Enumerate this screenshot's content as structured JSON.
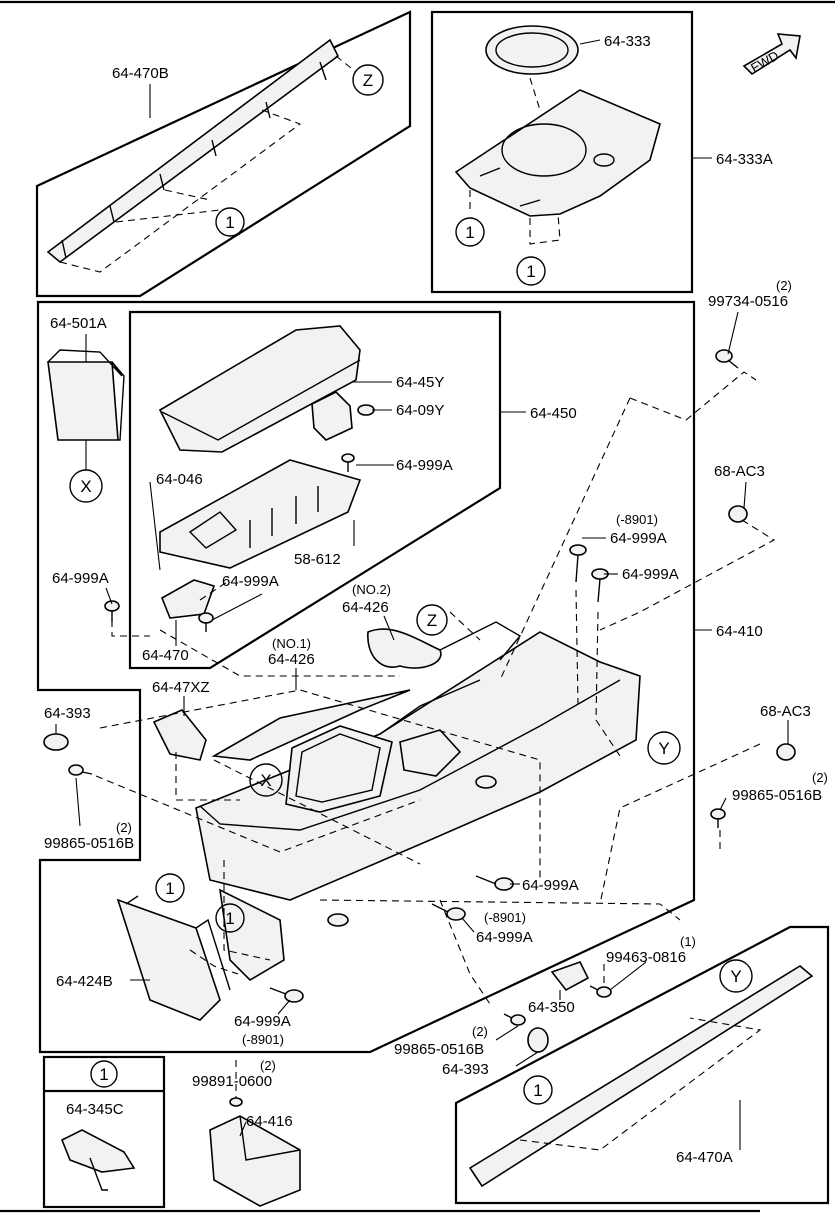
{
  "labels": {
    "l_64470B": "64-470B",
    "l_64333": "64-333",
    "l_64333A": "64-333A",
    "l_99734_q": "(2)",
    "l_99734": "99734-0516",
    "l_64501A": "64-501A",
    "l_6445Y": "64-45Y",
    "l_6409Y": "64-09Y",
    "l_64450": "64-450",
    "l_64046": "64-046",
    "l_64999A_1": "64-999A",
    "l_68AC3_1": "68-AC3",
    "l_58612": "58-612",
    "l_8901_1": "(-8901)",
    "l_64999A_2": "64-999A",
    "l_64999A_3": "64-999A",
    "l_64999A_4": "64-999A",
    "l_64999A_5": "64-999A",
    "l_no2": "(NO.2)",
    "l_64426_2": "64-426",
    "l_64410": "64-410",
    "l_64470": "64-470",
    "l_no1": "(NO.1)",
    "l_64426_1": "64-426",
    "l_6447XZ": "64-47XZ",
    "l_64393_1": "64-393",
    "l_68AC3_2": "68-AC3",
    "l_99865B_q1": "(2)",
    "l_99865B_1": "99865-0516B",
    "l_99865B_q2": "(2)",
    "l_99865B_2": "99865-0516B",
    "l_64999A_6": "64-999A",
    "l_8901_2": "(-8901)",
    "l_64999A_7": "64-999A",
    "l_99463_q": "(1)",
    "l_99463": "99463-0816",
    "l_64424B": "64-424B",
    "l_64350": "64-350",
    "l_64999A_8": "64-999A",
    "l_8901_3": "(-8901)",
    "l_99865B_q3": "(2)",
    "l_99865B_3": "99865-0516B",
    "l_64393_2": "64-393",
    "l_99891_q": "(2)",
    "l_99891": "99891-0600",
    "l_64345C": "64-345C",
    "l_64416": "64-416",
    "l_64470A": "64-470A",
    "fwd": "FWD"
  },
  "markers": {
    "z1": "Z",
    "z2": "Z",
    "x1": "X",
    "x2": "X",
    "y1": "Y",
    "y2": "Y",
    "c1": "1",
    "c2": "1",
    "c3": "1",
    "c4": "1",
    "c5": "1",
    "c6": "1",
    "c7": "1"
  }
}
